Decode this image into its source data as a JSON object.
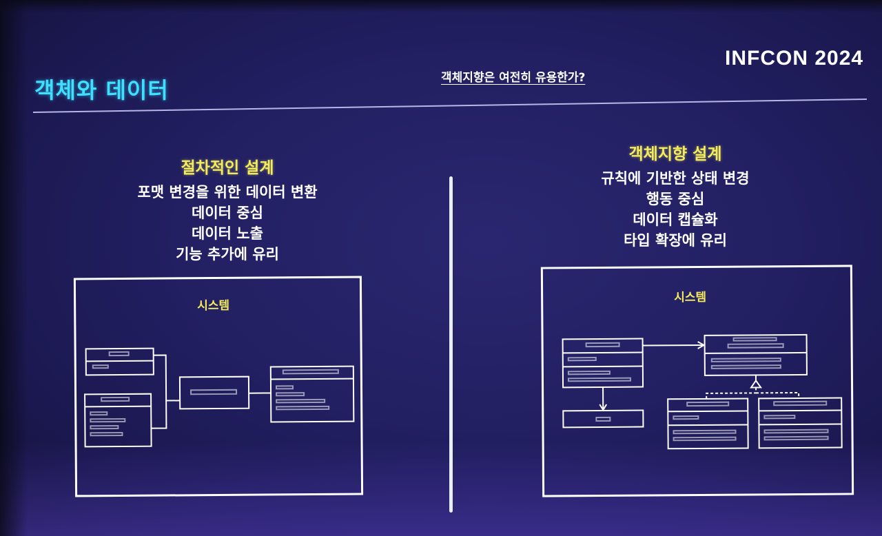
{
  "slide": {
    "title": "객체와 데이터",
    "question": "객체지향은 여전히 유용한가?",
    "brand": "INFCON 2024"
  },
  "left_column": {
    "heading": "절차적인 설계",
    "lines": [
      "포맷 변경을 위한 데이터 변환",
      "데이터 중심",
      "데이터 노출",
      "기능 추가에 유리"
    ],
    "diagram_label": "시스템"
  },
  "right_column": {
    "heading": "객체지향 설계",
    "lines": [
      "규칙에 기반한 상태 변경",
      "행동 중심",
      "데이터 캡슐화",
      "타입 확장에 유리"
    ],
    "diagram_label": "시스템"
  },
  "colors": {
    "title": "#3ee0ff",
    "heading": "#f4ec5a",
    "text": "#ffffff",
    "background": "#221f62"
  }
}
